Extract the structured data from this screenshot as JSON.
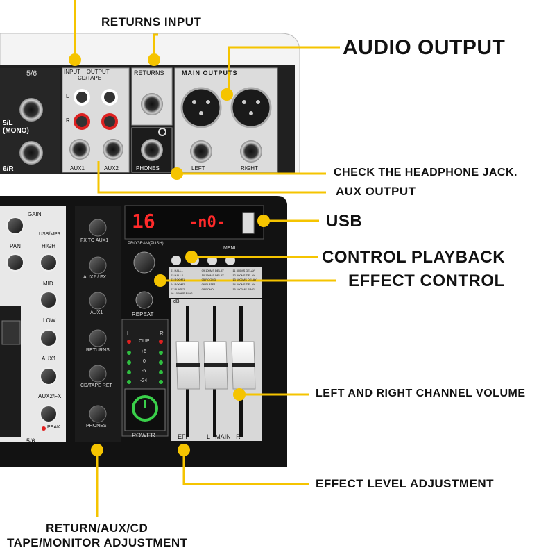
{
  "callouts": {
    "returns_input": "RETURNS INPUT",
    "audio_output": "AUDIO OUTPUT",
    "check_headphone": "CHECK THE HEADPHONE JACK.",
    "aux_output": "AUX OUTPUT",
    "usb": "USB",
    "control_playback": "CONTROL PLAYBACK",
    "effect_control": "EFFECT CONTROL",
    "lr_volume": "LEFT AND RIGHT CHANNEL VOLUME",
    "effect_level": "EFFECT LEVEL ADJUSTMENT",
    "return_aux_line1": "RETURN/AUX/CD",
    "return_aux_line2": "TAPE/MONITOR ADJUSTMENT"
  },
  "panel": {
    "ch56": "5/6",
    "ch56_bottom": "5/6",
    "in_5l": "5/L",
    "in_mono": "(MONO)",
    "in_6r": "6/R",
    "input_output": "INPUT    OUTPUT",
    "cd_tape": "CD/TAPE",
    "returns": "RETURNS",
    "main_outputs": "MAIN OUTPUTS",
    "aux1": "AUX1",
    "aux2": "AUX2",
    "phones": "PHONES",
    "left": "LEFT",
    "right": "RIGHT",
    "l": "L",
    "r": "R",
    "gain": "GAIN",
    "pan": "PAN",
    "high": "HIGH",
    "mid": "MID",
    "low": "LOW",
    "ch_aux1": "AUX1",
    "ch_aux2fx": "AUX2/FX",
    "peak": "PEAK",
    "usb_mp3": "USB/MP3",
    "fx_to_aux1": "FX TO AUX1",
    "aux2_fx": "AUX2 / FX",
    "m_aux1": "AUX1",
    "m_returns": "RETURNS",
    "cd_tape_ret": "CD/TAPE RET",
    "phones_knob": "PHONES",
    "display_num": "16",
    "display_mode": "-n0-",
    "program": "PROGRAM(PUSH)",
    "repeat": "REPEAT",
    "menu": "MENU",
    "clip": "CLIP",
    "power": "POWER",
    "eff": "EFF",
    "l_main_r": "L   MAIN   R",
    "db": "dB",
    "meter_levels": [
      "+6",
      "0",
      "-6",
      "-24"
    ],
    "transport_icons": [
      "prev-icon",
      "next-icon",
      "play-pause-icon",
      "menu-icon"
    ],
    "effect_list": [
      "01 HALL1",
      "02 HALL2",
      "03 ROOM1",
      "04 ROOM2",
      "05 ROOM3",
      "06 PLATE1",
      "07 PLATE2",
      "08 ECHO",
      "09 100MS DELAY",
      "10 150MS DELAY",
      "11 300MS DELAY",
      "12 500MS DELAY",
      "13 1000MS DELAY",
      "14 600MS DELAY",
      "15 1000MS RING",
      "16 1000MS RING"
    ]
  },
  "colors": {
    "accent_yellow": "#f5c400",
    "panel_dark": "#1a1a1a",
    "panel_silver": "#c9c9c9",
    "led_red": "#e02020",
    "led_green": "#2fbf40",
    "power_green": "#3ad04a"
  }
}
